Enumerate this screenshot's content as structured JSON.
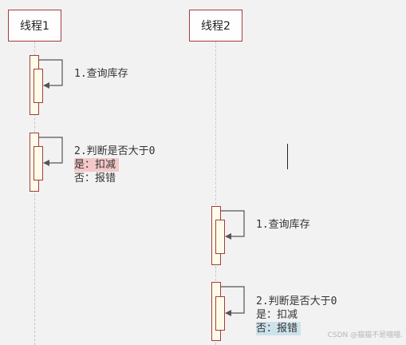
{
  "participants": [
    {
      "label": "线程1"
    },
    {
      "label": "线程2"
    }
  ],
  "messages": {
    "t1_query": "1.查询库存",
    "t1_judge": "2.判断是否大于0",
    "t1_yes": "是：扣减",
    "t1_no": "否：报错",
    "t2_query": "1.查询库存",
    "t2_judge": "2.判断是否大于0",
    "t2_yes": "是：扣减",
    "t2_no": "否：报错"
  },
  "highlights": {
    "t1_yes": "#f4c8c8",
    "t2_no": "#cde3ec"
  },
  "colors": {
    "border": "#a23e3e",
    "activation_fill": "#fefce8",
    "arrow": "#555555",
    "background": "#f2f2f2"
  },
  "watermark": "CSDN @猫猫不是喵喵."
}
